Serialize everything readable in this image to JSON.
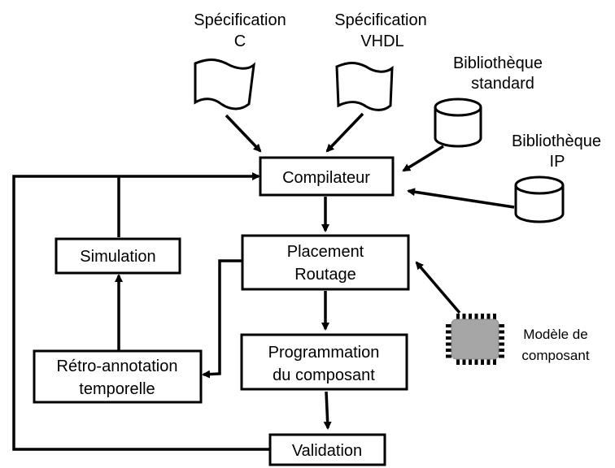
{
  "inputs": {
    "spec_c": [
      "Spécification",
      "C"
    ],
    "spec_vhdl": [
      "Spécification",
      "VHDL"
    ],
    "lib_standard": [
      "Bibliothèque",
      "standard"
    ],
    "lib_ip": [
      "Bibliothèque",
      "IP"
    ],
    "component_model": [
      "Modèle de",
      "composant"
    ]
  },
  "steps": {
    "compiler": "Compilateur",
    "place_route": [
      "Placement",
      "Routage"
    ],
    "programming": [
      "Programmation",
      "du composant"
    ],
    "validation": "Validation",
    "simulation": "Simulation",
    "back_annotation": [
      "Rétro-annotation",
      "temporelle"
    ]
  },
  "colors": {
    "stroke": "#000000",
    "chip_fill": "#a6a6a6"
  },
  "icons": {
    "document": "document-icon",
    "database": "database-cylinder-icon",
    "chip": "chip-icon"
  }
}
